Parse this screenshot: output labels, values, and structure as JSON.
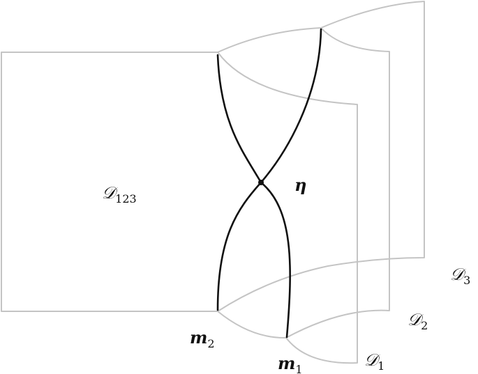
{
  "labels": {
    "d123": {
      "main": "𝒟",
      "sub": "123"
    },
    "d1": {
      "main": "𝒟",
      "sub": "1"
    },
    "d2": {
      "main": "𝒟",
      "sub": "2"
    },
    "d3": {
      "main": "𝒟",
      "sub": "3"
    },
    "eta": {
      "main": "η"
    },
    "m1": {
      "main": "m",
      "sub": "1"
    },
    "m2": {
      "main": "m",
      "sub": "2"
    }
  },
  "colors": {
    "sheet_stroke": "#c4c4c4",
    "curve_stroke": "#111111",
    "background": "#ffffff"
  }
}
